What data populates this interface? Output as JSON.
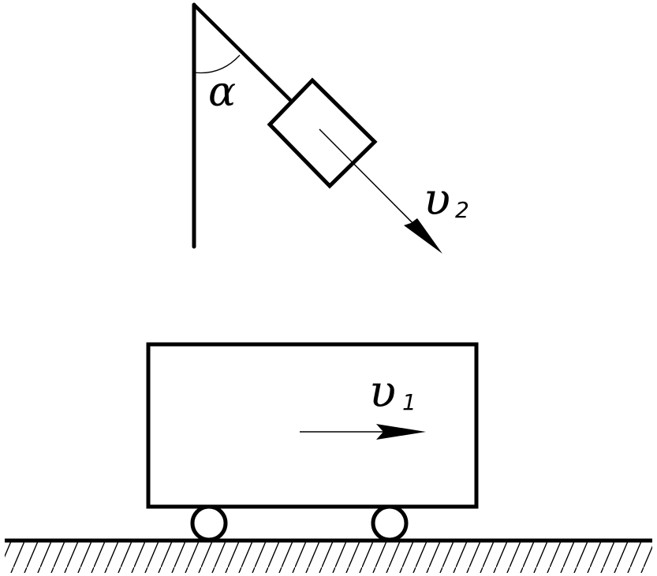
{
  "labels": {
    "angle": "α",
    "v2_main": "υ",
    "v2_sub": "2",
    "v1_main": "υ",
    "v1_sub": "1"
  },
  "colors": {
    "ink": "#000000",
    "background": "#ffffff"
  }
}
